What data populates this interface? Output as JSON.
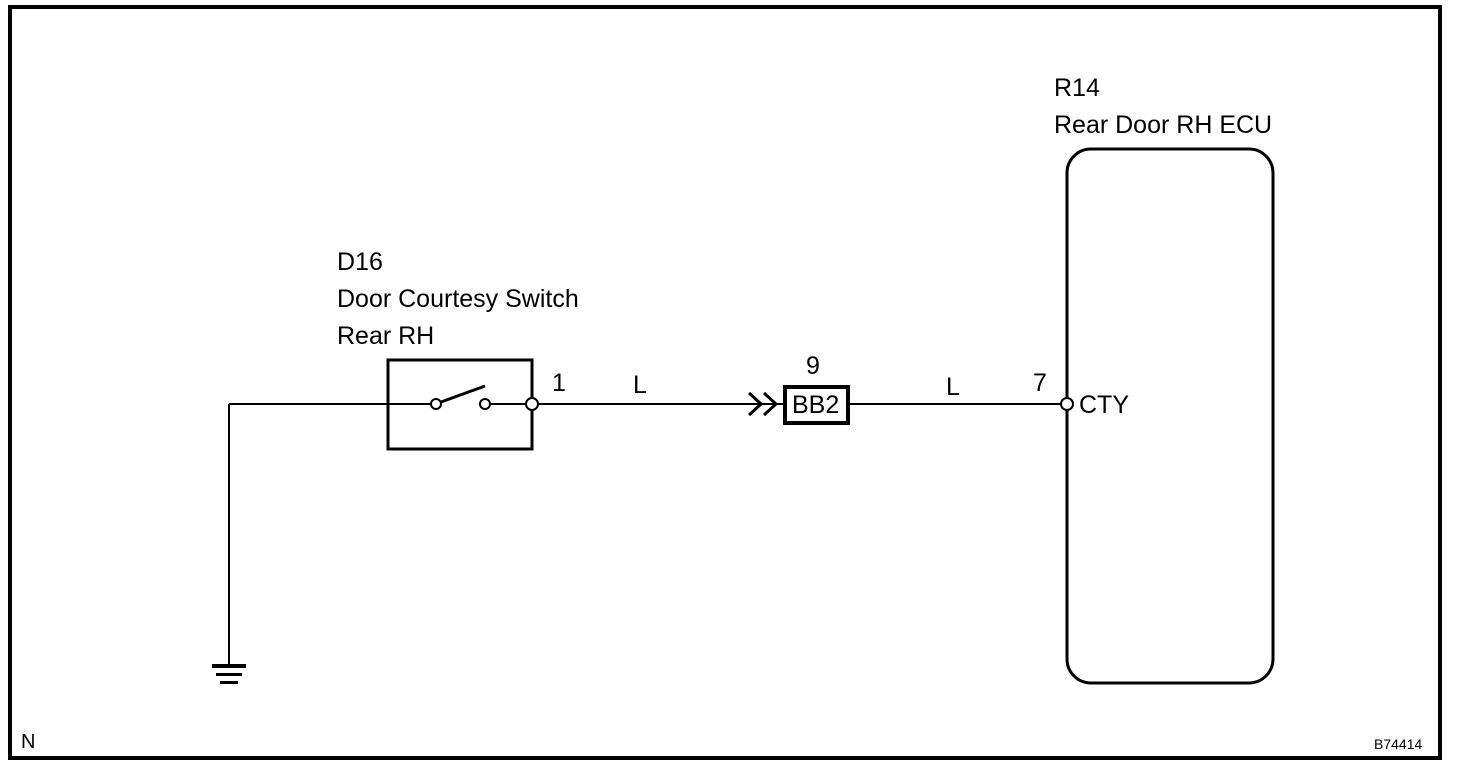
{
  "diagram": {
    "frame_letter": "N",
    "figure_id": "B74414",
    "switch": {
      "code": "D16",
      "name_line1": "Door Courtesy Switch",
      "name_line2": "Rear RH",
      "pin": "1"
    },
    "connector": {
      "pin": "9",
      "code": "BB2"
    },
    "ecu": {
      "code": "R14",
      "name": "Rear Door RH ECU",
      "pin": "7",
      "terminal": "CTY"
    },
    "wires": [
      {
        "segment": "switch-to-connector",
        "color_code": "L"
      },
      {
        "segment": "connector-to-ecu",
        "color_code": "L"
      }
    ],
    "ground": "ground-symbol"
  }
}
